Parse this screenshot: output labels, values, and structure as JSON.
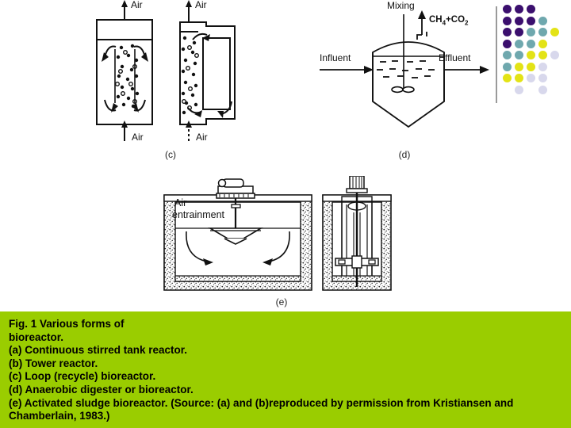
{
  "figure": {
    "panels": [
      {
        "id": "c",
        "label": "(c)",
        "title": "Loop (recycle) bioreactor",
        "annotations": [
          {
            "name": "air-outlet-left",
            "text": "Air"
          },
          {
            "name": "air-outlet-right",
            "text": "Air"
          },
          {
            "name": "air-inlet-left",
            "text": "Air"
          },
          {
            "name": "air-inlet-right",
            "text": "Air"
          }
        ]
      },
      {
        "id": "d",
        "label": "(d)",
        "title": "Anaerobic digester or bioreactor",
        "annotations": [
          {
            "name": "mixing",
            "text": "Mixing"
          },
          {
            "name": "gas-outlet",
            "text": "CH4+CO2",
            "html": "CH<sub>4</sub>+CO<sub>2</sub>"
          },
          {
            "name": "influent",
            "text": "Influent"
          },
          {
            "name": "effluent",
            "text": "Effluent"
          }
        ]
      },
      {
        "id": "e",
        "label": "(e)",
        "title": "Activated sludge bioreactor",
        "annotations": [
          {
            "name": "air-entrainment-line1",
            "text": "Air"
          },
          {
            "name": "air-entrainment-line2",
            "text": "entrainment"
          }
        ]
      }
    ]
  },
  "caption": {
    "lines": [
      "Fig. 1 Various forms of",
      "bioreactor.",
      "(a) Continuous stirred tank reactor.",
      "(b) Tower reactor.",
      "(c) Loop (recycle) bioreactor.",
      "(d) Anaerobic digester or bioreactor.",
      "(e) Activated sludge bioreactor. (Source: (a) and (b)reproduced by  permission from Kristiansen and",
      "Chamberlain, 1983.)"
    ],
    "background_color": "#9acd00",
    "text_color": "#000000"
  },
  "decoration": {
    "divider_color": "#9a9a9a",
    "palette": {
      "purple": "#3b0f6e",
      "teal": "#6fa8ae",
      "yellow": "#e3e316",
      "lavender": "#d8d8ec"
    },
    "dot_grid": [
      [
        "purple",
        "purple",
        "purple",
        "",
        ""
      ],
      [
        "purple",
        "purple",
        "purple",
        "teal",
        ""
      ],
      [
        "purple",
        "purple",
        "teal",
        "teal",
        "yellow"
      ],
      [
        "purple",
        "teal",
        "teal",
        "yellow",
        ""
      ],
      [
        "teal",
        "teal",
        "yellow",
        "yellow",
        "lavender"
      ],
      [
        "teal",
        "yellow",
        "yellow",
        "lavender",
        ""
      ],
      [
        "yellow",
        "yellow",
        "lavender",
        "lavender",
        ""
      ],
      [
        "",
        "lavender",
        "",
        "lavender",
        ""
      ]
    ]
  }
}
